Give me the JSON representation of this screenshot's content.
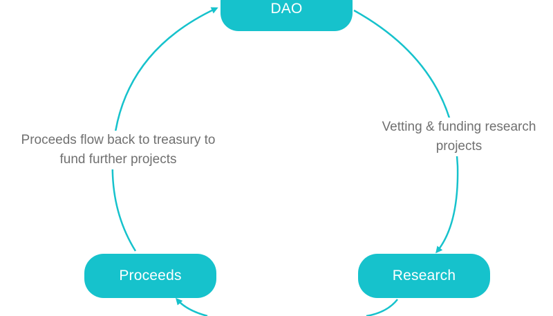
{
  "nodes": {
    "dao": "DAO",
    "research": "Research",
    "proceeds": "Proceeds"
  },
  "edges": {
    "dao_to_research": {
      "label_line1": "Vetting & funding research",
      "label_line2": "projects"
    },
    "proceeds_to_dao": {
      "label_line1": "Proceeds flow back to treasury to",
      "label_line2": "fund further projects"
    }
  },
  "colors": {
    "accent": "#16c2cc",
    "label_text": "#707070",
    "node_text": "#ffffff"
  }
}
